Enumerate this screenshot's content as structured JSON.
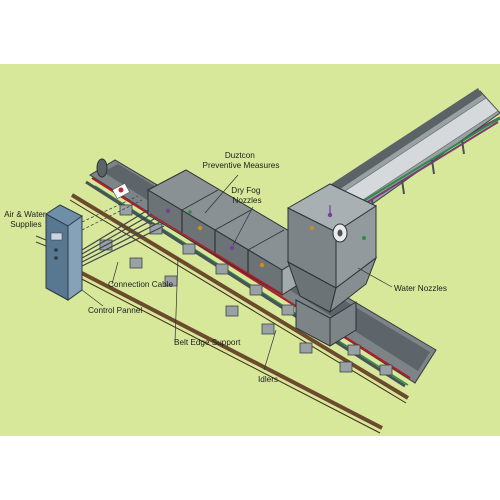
{
  "diagram": {
    "labels": {
      "preventive": [
        "Duztcon",
        "Preventive Measures"
      ],
      "dry_fog": [
        "Dry Fog",
        "Nozzles"
      ],
      "air_water": [
        "Air & Water",
        "Supplies"
      ],
      "water_nozzles": "Water Nozzles",
      "connection_cable": "Connection Cable",
      "control_panel": "Control Pannel",
      "belt_edge": "Belt Edge Support",
      "idlers": "Idlers"
    },
    "colors": {
      "background": "#d8e89a",
      "steel": "#7d8488",
      "steel_dark": "#4b5257",
      "steel_light": "#a9b0b4",
      "belt_rim_red": "#b01e28",
      "belt_rim_green": "#2e8b4a",
      "rail": "#6b4a2e",
      "panel_blue": "#6f8fa8"
    }
  }
}
